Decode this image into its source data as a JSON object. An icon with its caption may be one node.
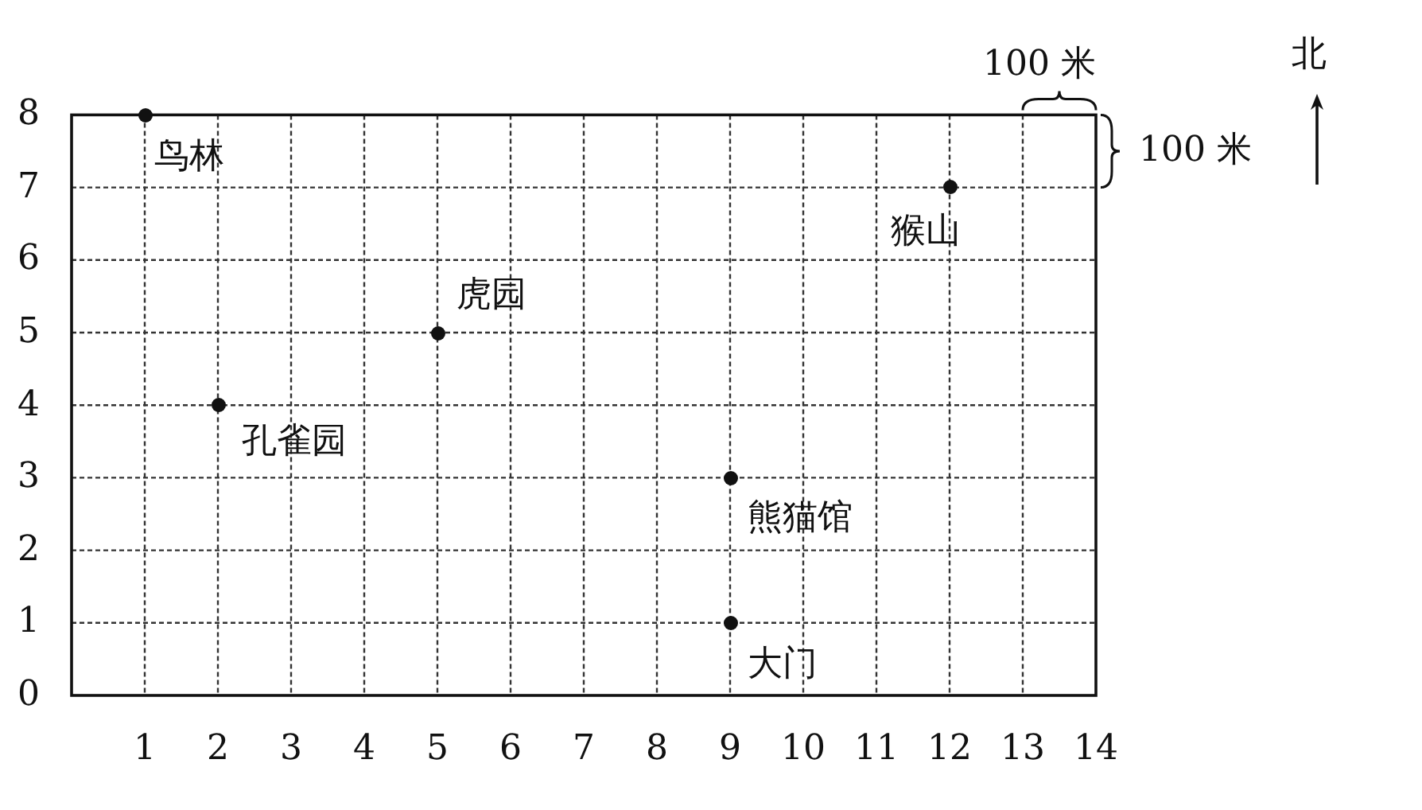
{
  "diagram": {
    "nodes": [
      {
        "text": [
          "鸟林"
        ]
      },
      {
        "text": [
          "猴山"
        ]
      },
      {
        "text": [
          "虎园"
        ]
      },
      {
        "text": [
          "孔雀园"
        ]
      },
      {
        "text": [
          "熊猫馆"
        ]
      },
      {
        "text": [
          "大门"
        ]
      }
    ],
    "labels": [
      "100 米",
      "北",
      "100 米",
      "8",
      "7",
      "6",
      "5",
      "4",
      "3",
      "2",
      "1",
      "0",
      "1",
      "2",
      "3",
      "4",
      "5",
      "6",
      "7",
      "8",
      "9",
      "10",
      "11",
      "12",
      "13",
      "14"
    ]
  }
}
